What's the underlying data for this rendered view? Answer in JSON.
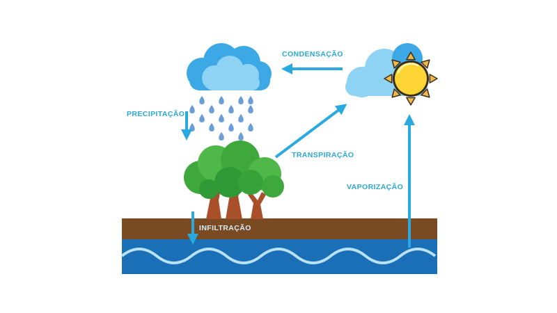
{
  "labels": {
    "condensacao": "CONDENSAÇÃO",
    "precipitacao": "PRECIPITAÇÃO",
    "transpiracao": "TRANSPIRAÇÃO",
    "vaporizacao": "VAPORIZAÇÃO",
    "infiltracao": "INFILTRAÇÃO"
  },
  "colors": {
    "label_blue": "#2aa8d8",
    "arrow_blue": "#29a9e0",
    "cloud_light": "#8fd3f4",
    "cloud_dark": "#3da8e6",
    "raindrop": "#6b9ed8",
    "soil": "#7a4a23",
    "water": "#1a6fb6",
    "wave": "#b9e3f5",
    "sun": "#fcd535",
    "sun_ray": "#f0b84b",
    "tree_green": "#3fa83d",
    "tree_trunk": "#a9502a"
  },
  "icons": [
    "rain-cloud-icon",
    "sun-icon",
    "cloud-icon",
    "tree-icon",
    "raindrop-icon"
  ]
}
